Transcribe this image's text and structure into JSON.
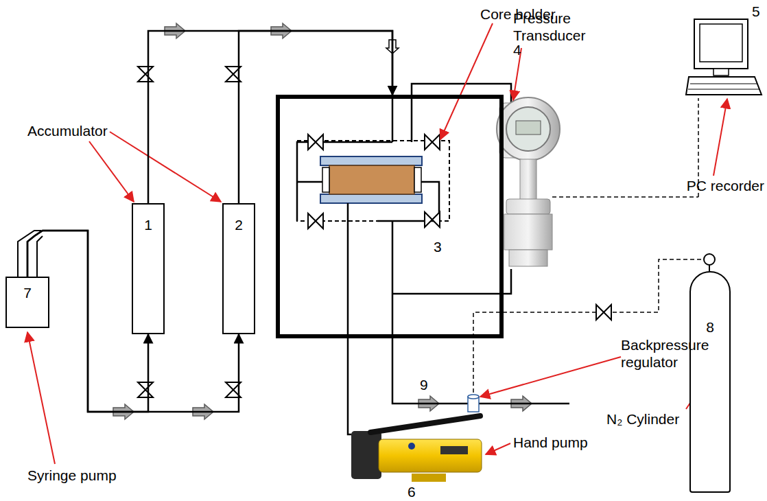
{
  "diagram": {
    "nodes": [
      {
        "text": [
          "7"
        ]
      },
      {
        "text": [
          "1"
        ]
      },
      {
        "text": [
          "2"
        ]
      },
      {
        "text": [
          "3"
        ]
      },
      {
        "text": [
          "8"
        ]
      }
    ],
    "edges": [
      {
        "from": 0,
        "to": 1,
        "arrow": "to"
      },
      {
        "from": 0,
        "to": 2,
        "arrow": "to"
      },
      {
        "from": 1,
        "to": 3,
        "arrow": "to"
      },
      {
        "from": 2,
        "to": 3,
        "arrow": "to"
      }
    ],
    "labels": [
      "Core holder",
      "Pressure Transducer",
      "5",
      "4",
      "Accumulator",
      "PC recorder",
      "Backpressure regulator",
      "9",
      "N₂ Cylinder",
      "Syringe pump",
      "Hand pump",
      "6"
    ]
  }
}
